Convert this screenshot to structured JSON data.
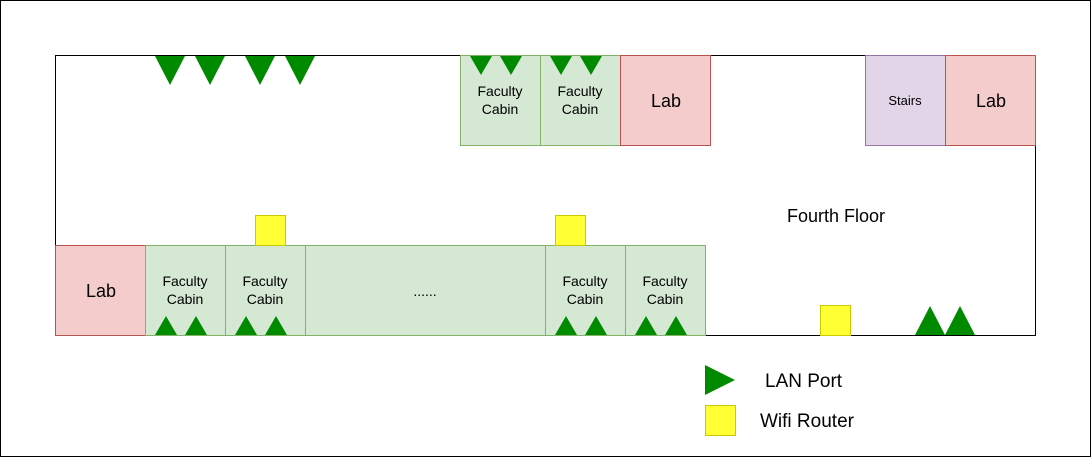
{
  "diagram": {
    "title": "Fourth Floor",
    "colors": {
      "lab_fill": "#f4cccc",
      "lab_stroke": "#b85450",
      "cabin_fill": "#d5e8d4",
      "cabin_stroke": "#82b366",
      "stairs_fill": "#e1d5e7",
      "stairs_stroke": "#9673a6",
      "lan_port": "#008a00",
      "router_fill": "#ffff33",
      "router_stroke": "#c9c900",
      "outline": "#000000"
    },
    "top_row": {
      "cabin_1": {
        "line1": "Faculty",
        "line2": "Cabin"
      },
      "cabin_2": {
        "line1": "Faculty",
        "line2": "Cabin"
      },
      "lab_1": "Lab",
      "stairs": "Stairs",
      "lab_2": "Lab"
    },
    "bottom_row": {
      "lab": "Lab",
      "cabin_1": {
        "line1": "Faculty",
        "line2": "Cabin"
      },
      "cabin_2": {
        "line1": "Faculty",
        "line2": "Cabin"
      },
      "ellipsis": "......",
      "cabin_3": {
        "line1": "Faculty",
        "line2": "Cabin"
      },
      "cabin_4": {
        "line1": "Faculty",
        "line2": "Cabin"
      }
    },
    "legend": {
      "lan_port": "LAN Port",
      "wifi_router": "Wifi Router"
    }
  }
}
